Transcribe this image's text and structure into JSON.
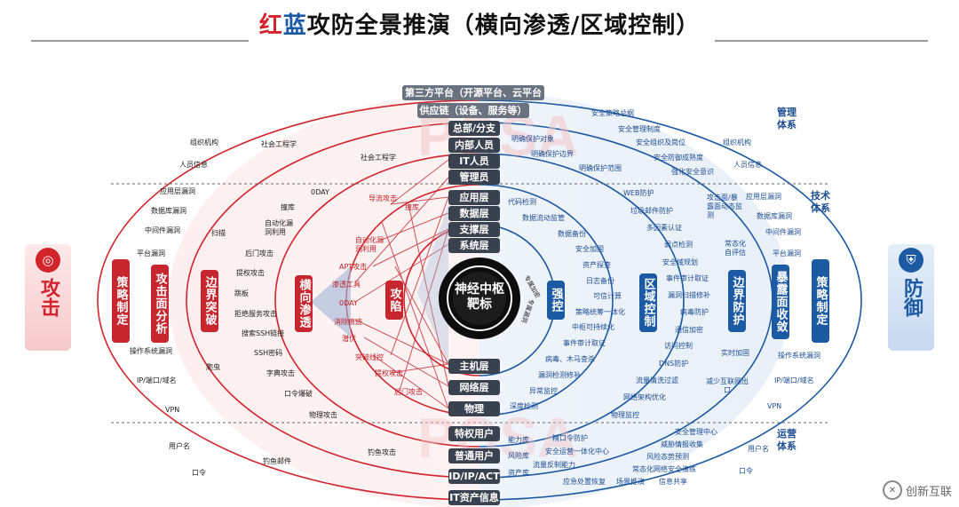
{
  "title": {
    "red": "红",
    "blue": "蓝",
    "rest": "攻防全景推演（横向渗透/区域控制）"
  },
  "top_boxes": [
    "第三方平台（开源平台、云平台等）",
    "供应链（设备、服务等）"
  ],
  "mid_boxes": [
    "总部/分支",
    "内部人员",
    "IT人员",
    "管理员"
  ],
  "layer_boxes": [
    "应用层",
    "数据层",
    "支撑层",
    "系统层"
  ],
  "lower_boxes": [
    "主机层",
    "网络层",
    "物理"
  ],
  "bottom_boxes": [
    "特权用户",
    "普通用户",
    "ID/IP/ACT",
    "IT资产信息"
  ],
  "center": {
    "line1": "神经中枢",
    "line2": "靶标",
    "arc1": "专属加密",
    "arc2": "专属漏洞"
  },
  "attack_side": {
    "label": "攻击",
    "icon": "target-icon"
  },
  "defense_side": {
    "label": "防御",
    "icon": "shield-icon"
  },
  "red_bars": [
    "策略制定",
    "攻击面分析",
    "边界突破",
    "横向渗透",
    "攻陷"
  ],
  "blue_bars": [
    "强控",
    "区域控制",
    "边界防护",
    "暴露面收敛",
    "策略制定"
  ],
  "sections": [
    "管理体系",
    "技术体系",
    "运营体系"
  ],
  "left_labels": {
    "outer": [
      "组织机构",
      "人员信息",
      "应用层漏洞",
      "数据库漏洞",
      "中间件漏洞",
      "平台漏洞",
      "操作系统漏洞",
      "IP/端口/域名",
      "VPN",
      "用户名",
      "口令"
    ],
    "ring1": [
      "社会工程学",
      "扫描",
      "爬虫"
    ],
    "ring2": [
      "社会工程学",
      "撞库",
      "自动化漏洞利用",
      "后门攻击",
      "提权攻击",
      "跳板",
      "拒绝服务攻击",
      "搜索SSH链接",
      "SSH密码",
      "字典攻击",
      "口令爆破",
      "物理攻击",
      "钓鱼邮件",
      "0DAY"
    ],
    "ring3": [
      "导流攻击",
      "撞库",
      "自动化漏洞利用",
      "APT攻击",
      "渗透工具",
      "0DAY",
      "消除痕迹",
      "潜伏",
      "突破线控",
      "提权攻击",
      "后门攻击",
      "钓鱼攻击"
    ]
  },
  "right_labels": {
    "outer": [
      "组织机构",
      "人员信息",
      "应用层漏洞",
      "数据库漏洞",
      "中间件漏洞",
      "平台漏洞",
      "操作系统漏洞",
      "IP/端口/域名",
      "VPN",
      "用户名",
      "口令"
    ],
    "ring1": [
      "安全策略总纲",
      "安全管理制度",
      "安全组织及岗位",
      "安全防御成熟度",
      "强化安全意识",
      "攻击面/暴露面动态监测",
      "常态化自评估",
      "实时加固",
      "减少互联网出口",
      "安全管理中心",
      "威胁情报收集",
      "风险态势预测",
      "常态化网络安全演练",
      "信息共享"
    ],
    "ring2": [
      "明确保护对象",
      "明确保护边界",
      "明确保护范围",
      "WEB防护",
      "垃圾邮件防护",
      "多因素认证",
      "弱点检测",
      "安全域规划",
      "事件审计取证",
      "漏洞扫描修补",
      "病毒防护",
      "通信加密",
      "访问控制",
      "DNS防护",
      "流量清洗过滤",
      "网络架构优化",
      "物理监控",
      "能力库",
      "风险库",
      "资产库",
      "精口令防护",
      "安全运营一体化中心",
      "流量反制能力",
      "应急处置恢复",
      "场景推演"
    ],
    "ring3": [
      "代码检测",
      "数据流动监管",
      "数据备份",
      "安全加固",
      "资产探查",
      "日志备份",
      "可信计算",
      "策略统筹一体化",
      "中枢可持续化",
      "事件审计取证",
      "病毒、木马查杀",
      "漏洞检测修补",
      "异常监控",
      "深度检测"
    ]
  },
  "watermark": "创新互联"
}
